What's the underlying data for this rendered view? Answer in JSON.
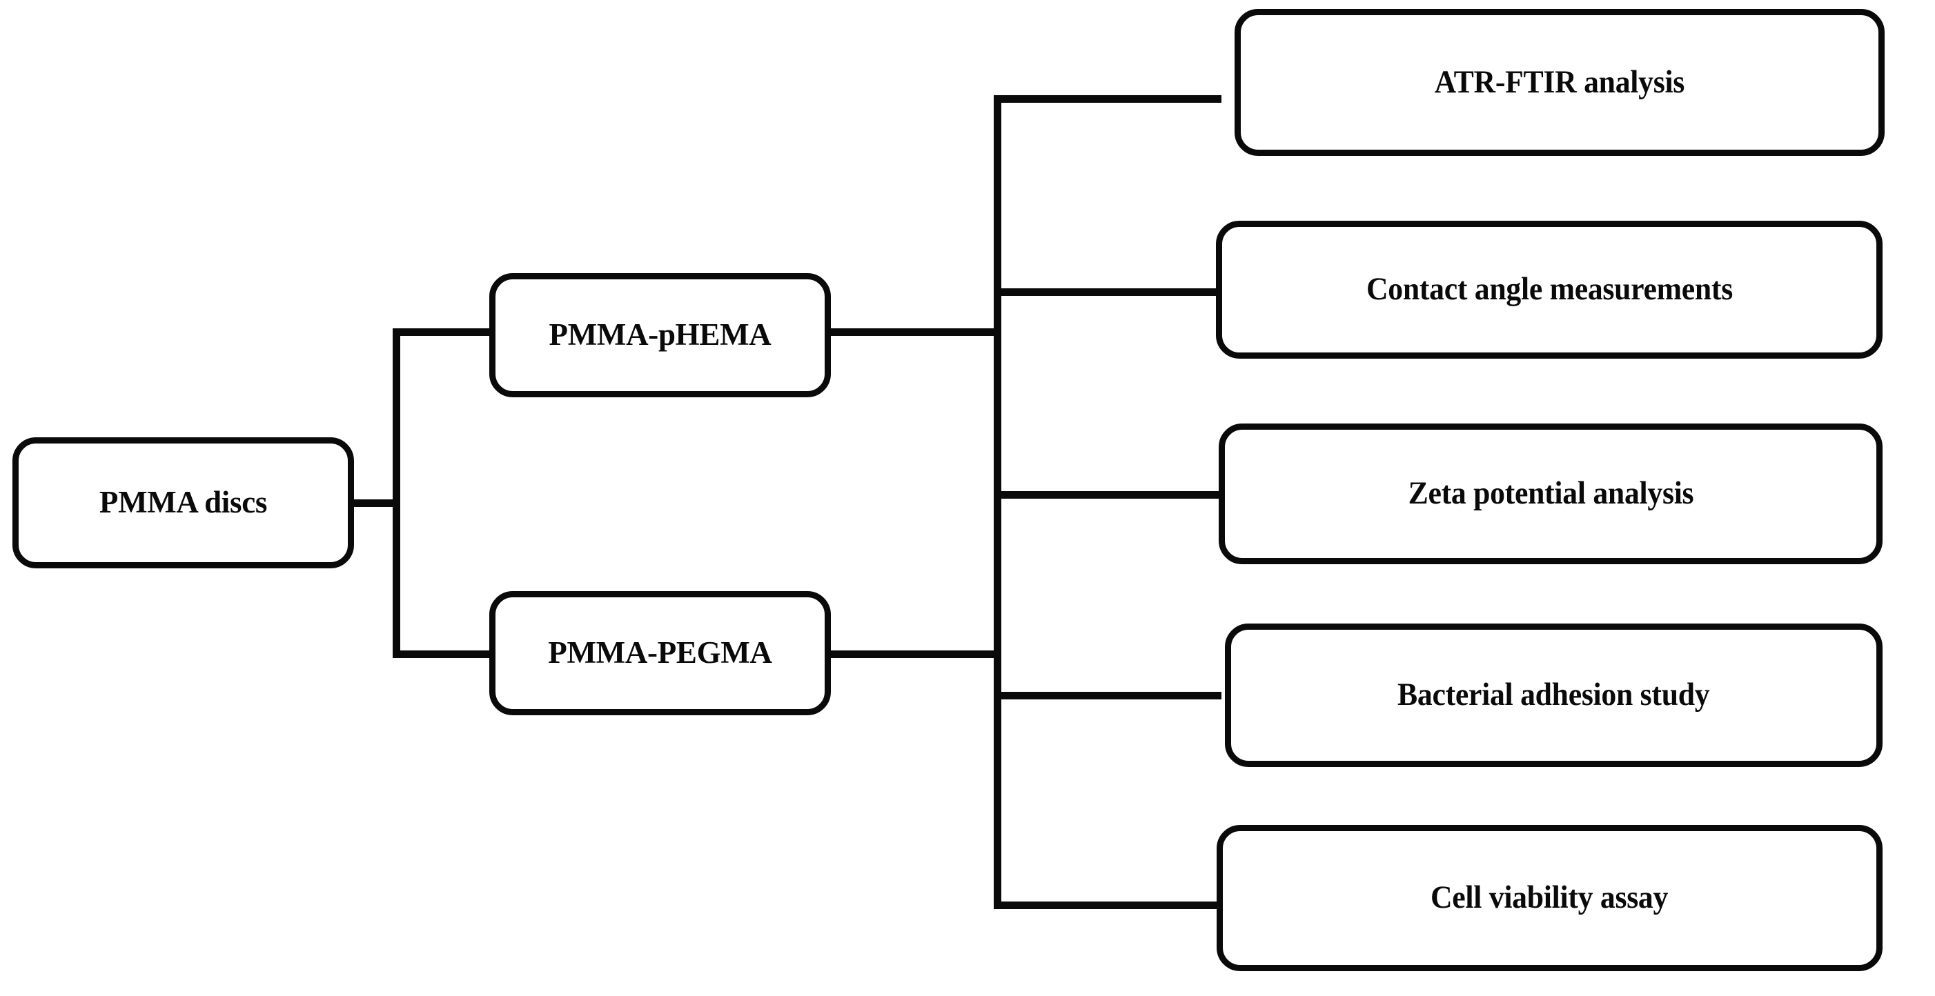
{
  "diagram": {
    "type": "flowchart",
    "orientation": "left-to-right",
    "title": "",
    "colors": {
      "background": "#ffffff",
      "node_border": "#0a0a0a",
      "node_fill": "#ffffff",
      "connector": "#0a0a0a",
      "text": "#0a0a0a"
    },
    "root": {
      "label": "PMMA discs"
    },
    "branches": [
      {
        "label": "PMMA-pHEMA"
      },
      {
        "label": "PMMA-PEGMA"
      }
    ],
    "leaves": [
      {
        "label": "ATR-FTIR analysis"
      },
      {
        "label": "Contact angle measurements"
      },
      {
        "label": "Zeta potential analysis"
      },
      {
        "label": "Bacterial adhesion study"
      },
      {
        "label": "Cell viability assay"
      }
    ]
  }
}
